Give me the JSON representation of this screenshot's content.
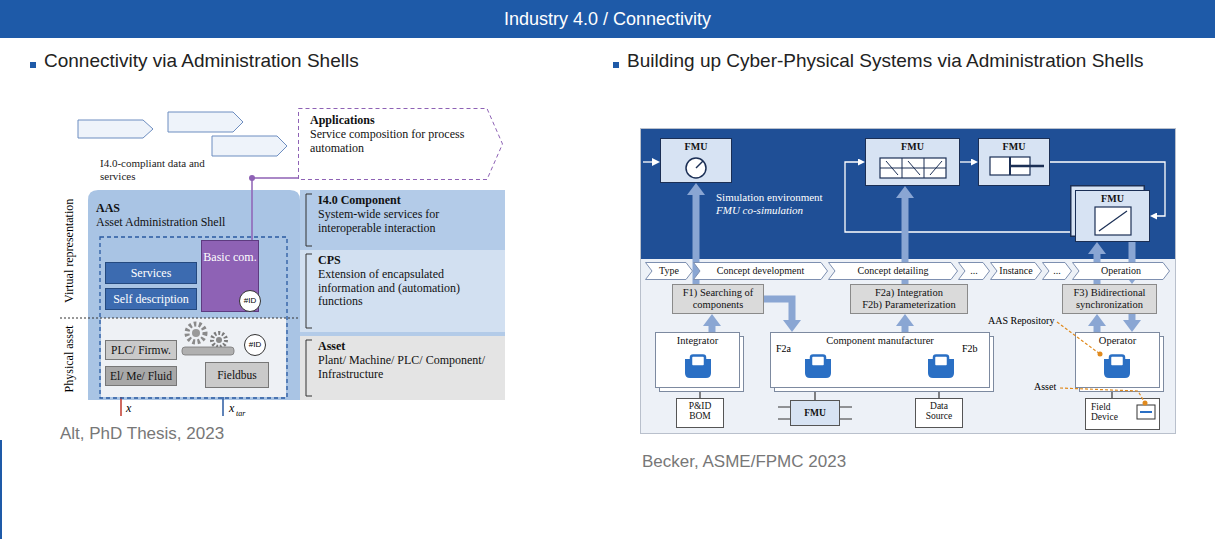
{
  "diagram": {
    "title": "Industry 4.0 / Connectivity",
    "nodes": [
      {
        "text": [
          "AAS",
          "Asset Administration Shell"
        ]
      },
      {
        "text": [
          "Services"
        ],
        "in": 0
      },
      {
        "text": [
          "Self description"
        ],
        "in": 0
      },
      {
        "text": [
          "Basic com."
        ],
        "in": 0
      },
      {
        "text": [
          "PLC/ Firmw."
        ],
        "in": 0
      },
      {
        "text": [
          "El/ Me/ Fluid"
        ],
        "in": 0
      },
      {
        "text": [
          "Fieldbus"
        ],
        "in": 0
      },
      {
        "text": [
          "Applications",
          "Service composition for process automation"
        ]
      },
      {
        "text": [
          "I4.0 Component",
          "System-wide services for interoperable interaction"
        ]
      },
      {
        "text": [
          "CPS",
          "Extension of encapsulated information and (automation) functions"
        ],
        "in": 8
      },
      {
        "text": [
          "Asset",
          "Plant/ Machine/ PLC/ Component/ Infrastructure"
        ],
        "in": 8
      },
      {
        "text": [
          "Simulation environment",
          "FMU co-simulation"
        ]
      },
      {
        "text": [
          "FMU"
        ],
        "in": 11
      },
      {
        "text": [
          "FMU"
        ],
        "in": 11
      },
      {
        "text": [
          "FMU"
        ],
        "in": 11
      },
      {
        "text": [
          "FMU"
        ],
        "in": 11
      },
      {
        "text": [
          "Type"
        ]
      },
      {
        "text": [
          "Concept development"
        ]
      },
      {
        "text": [
          "Concept detailing"
        ]
      },
      {
        "text": [
          "..."
        ]
      },
      {
        "text": [
          "Instance"
        ]
      },
      {
        "text": [
          "..."
        ]
      },
      {
        "text": [
          "Operation"
        ]
      },
      {
        "text": [
          "F1) Searching of components"
        ]
      },
      {
        "text": [
          "F2a) Integration",
          "F2b) Parameterization"
        ]
      },
      {
        "text": [
          "F3) Bidirectional synchronization"
        ]
      },
      {
        "text": [
          "Integrator"
        ]
      },
      {
        "text": [
          "Component manufacturer"
        ]
      },
      {
        "text": [
          "Operator"
        ]
      },
      {
        "text": [
          "P&ID BOM"
        ]
      },
      {
        "text": [
          "FMU"
        ]
      },
      {
        "text": [
          "Data Source"
        ]
      },
      {
        "text": [
          "Field Device"
        ]
      }
    ],
    "edges": [
      {
        "from": 3,
        "to": 7,
        "arrow": "none"
      },
      {
        "from": 13,
        "to": 14,
        "arrow": "to"
      },
      {
        "from": 14,
        "to": 15,
        "arrow": "to"
      },
      {
        "from": 15,
        "to": 13,
        "arrow": "to"
      },
      {
        "from": 26,
        "to": 23,
        "arrow": "to"
      },
      {
        "from": 23,
        "to": 12,
        "arrow": "to"
      },
      {
        "from": 23,
        "to": 27,
        "arrow": "to"
      },
      {
        "from": 27,
        "to": 24,
        "arrow": "to"
      },
      {
        "from": 24,
        "to": 13,
        "arrow": "to"
      },
      {
        "from": 28,
        "to": 25,
        "arrow": "to"
      },
      {
        "from": 25,
        "to": 28,
        "arrow": "to"
      },
      {
        "from": 25,
        "to": 15,
        "arrow": "to"
      },
      {
        "from": 15,
        "to": 25,
        "arrow": "to"
      },
      {
        "from": 26,
        "to": 29,
        "arrow": "none"
      },
      {
        "from": 27,
        "to": 30,
        "arrow": "none"
      },
      {
        "from": 27,
        "to": 31,
        "arrow": "none"
      },
      {
        "from": 28,
        "to": 32,
        "arrow": "none"
      }
    ],
    "labels": [
      "Connectivity via Administration Shells",
      "Building up Cyber-Physical Systems via Administration Shells",
      "I4.0-compliant data and services",
      "Virtual representation",
      "Physical asset",
      "#ID",
      "#ID",
      "x",
      "x",
      "tar",
      "Alt, PhD Thesis, 2023",
      "F2a",
      "F2b",
      "AAS Repository",
      "Asset",
      "Becker, ASME/FPMC 2023"
    ]
  }
}
